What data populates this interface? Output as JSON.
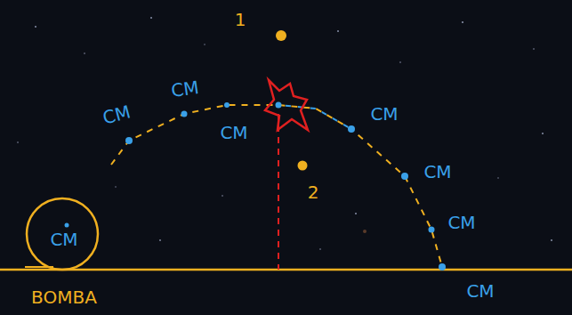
{
  "diagram": {
    "nodes": [
      {
        "text": [
          "CM"
        ]
      }
    ],
    "labels": [
      "1",
      "CM",
      "CM",
      "CM",
      "CM",
      "CM",
      "CM",
      "CM",
      "2",
      "BOMBA"
    ]
  }
}
